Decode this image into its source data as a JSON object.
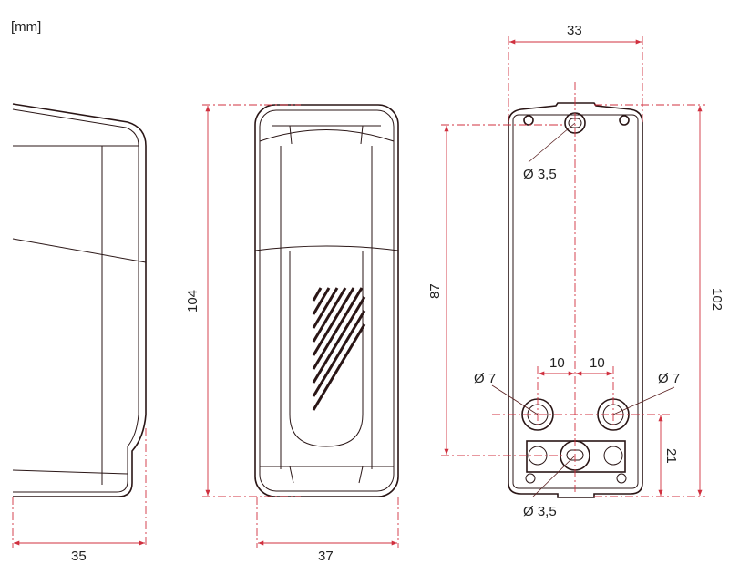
{
  "unit_label": "[mm]",
  "colors": {
    "outline": "#2a1616",
    "dimension": "#d0303f"
  },
  "side_view": {
    "depth": "35"
  },
  "front_view": {
    "height": "104",
    "width": "37"
  },
  "back_view": {
    "width": "33",
    "hole_spacing_vertical": "87",
    "height": "102",
    "bottom_offset": "21",
    "hole_offset_left": "10",
    "hole_offset_right": "10",
    "top_hole": "Ø 3,5",
    "left_hole": "Ø 7",
    "right_hole": "Ø 7",
    "bottom_hole": "Ø 3,5"
  }
}
